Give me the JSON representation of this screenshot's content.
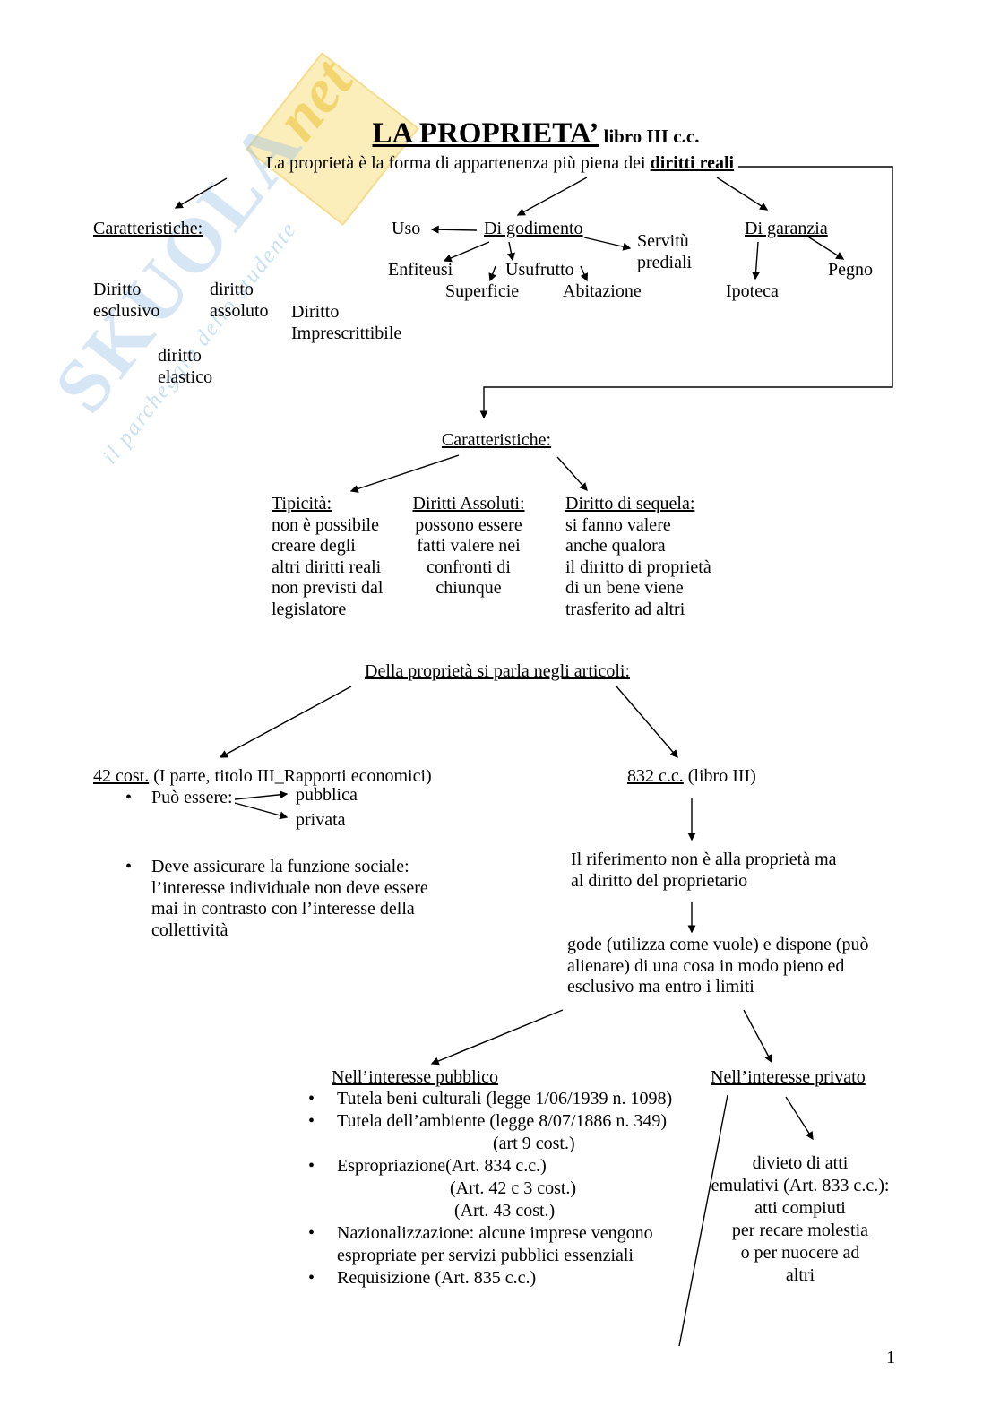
{
  "glyphs": {
    "bullet": "•"
  },
  "watermark": {
    "brand": "SKUOLA",
    "suffix": "net",
    "tagline": "il parcheggio dello studente"
  },
  "header": {
    "title": "LA PROPRIETA’",
    "title_suffix": " libro III c.c.",
    "subtitle_text": "La proprietà è la forma di appartenenza più piena dei ",
    "subtitle_emphasis": "diritti reali"
  },
  "caratteristiche_proprieta": {
    "heading": "Caratteristiche:",
    "diritto_esclusivo": "Diritto\nesclusivo",
    "diritto_assoluto": "diritto\nassoluto",
    "diritto_imprescrittibile": "Diritto\nImprescrittibile",
    "diritto_elastico": "diritto\nelastico"
  },
  "diritti_reali": {
    "uso": "Uso",
    "di_godimento": "Di godimento",
    "servitu_prediali": "Servitù\nprediali",
    "enfiteusi": "Enfiteusi",
    "usufrutto": "Usufrutto",
    "superficie": "Superficie",
    "abitazione": "Abitazione",
    "di_garanzia": "Di garanzia",
    "pegno": "Pegno",
    "ipoteca": "Ipoteca"
  },
  "caratteristiche_diritti_reali": {
    "heading": "Caratteristiche:",
    "tipicita": {
      "heading": "Tipicità:",
      "body": "non è possibile\ncreare degli\naltri diritti reali\nnon previsti dal\nlegislatore"
    },
    "diritti_assoluti": {
      "heading": "Diritti Assoluti:",
      "body": "possono essere\nfatti valere nei\nconfronti di\nchiunque"
    },
    "diritto_di_sequela": {
      "heading": "Diritto di sequela: ",
      "body": "si fanno valere\nanche qualora\nil diritto di proprietà\ndi un bene viene\ntrasferito ad altri"
    }
  },
  "articoli": {
    "heading": "Della proprietà si parla negli articoli:",
    "art_42": {
      "label": "42 cost.",
      "label_rest": " (I parte, titolo III_Rapporti economici)",
      "puo_essere": "Può essere:",
      "pubblica": "pubblica",
      "privata": "privata",
      "funzione_sociale": "Deve assicurare la funzione sociale:\nl’interesse individuale non deve essere\nmai in contrasto con l’interesse della\ncollettività"
    },
    "art_832": {
      "label": "832 c.c.",
      "label_rest": " (libro III)",
      "riferimento": "Il riferimento non è alla proprietà ma\nal diritto del proprietario",
      "gode": "gode (utilizza come vuole) e dispone (può\nalienare) di una cosa in modo pieno ed\nesclusivo ma entro i limiti"
    }
  },
  "pubblico": {
    "heading": "Nell’interesse pubblico",
    "items": [
      "Tutela beni culturali (legge 1/06/1939 n. 1098)",
      "Tutela dell’ambiente (legge 8/07/1886 n. 349)",
      "(art 9 cost.)",
      "Espropriazione(Art. 834 c.c.)",
      "(Art. 42 c 3 cost.)",
      "(Art. 43 cost.)",
      "Nazionalizzazione: alcune imprese vengono\nespropriate per servizi pubblici essenziali",
      "Requisizione (Art. 835 c.c.)"
    ]
  },
  "privato": {
    "heading": "Nell’interesse privato",
    "divieto": "divieto di atti\nemulativi (Art. 833 c.c.):\natti compiuti\nper recare molestia\no per nuocere ad\naltri"
  },
  "footer": {
    "page_number": "1"
  }
}
